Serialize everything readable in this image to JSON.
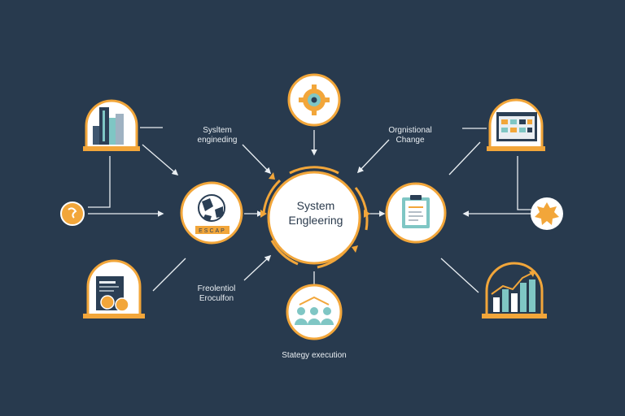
{
  "center": {
    "line1": "System",
    "line2": "Engleering"
  },
  "labels": {
    "top_left": [
      "Sysltem",
      "engineding"
    ],
    "top_right": [
      "Orgnistional",
      "Change"
    ],
    "bottom_left": [
      "Freolentiol",
      "Eroculfon"
    ],
    "bottom": "Stategy execution"
  },
  "badge_text": "ESCAP",
  "colors": {
    "background": "#283a4e",
    "accent": "#f2a63a",
    "circle_fill": "#ffffff",
    "line": "#e9eef2",
    "teal": "#7fc6c4",
    "dark_icon": "#2b3f55"
  }
}
